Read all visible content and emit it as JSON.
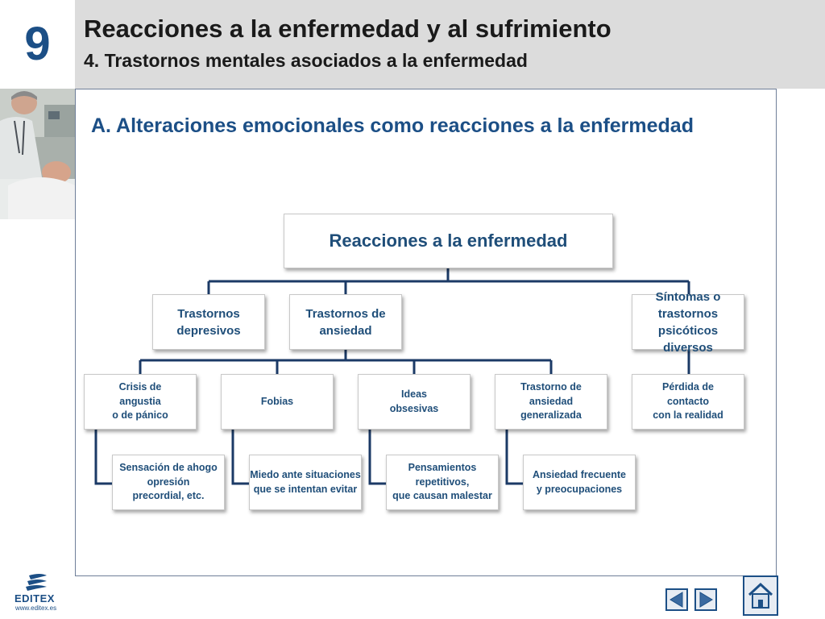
{
  "header": {
    "chapter": "9",
    "title": "Reacciones a la enfermedad y al sufrimiento",
    "subtitle": "4. Trastornos mentales asociados a la enfermedad"
  },
  "section_title": "A. Alteraciones emocionales como reacciones a la enfermedad",
  "diagram": {
    "root": "Reacciones a la enfermedad",
    "level1": [
      "Trastornos\ndepresivos",
      "Trastornos de\nansiedad",
      "Síntomas o\ntrastornos\npsicóticos diversos"
    ],
    "level2": [
      "Crisis de\nangustia\no de pánico",
      "Fobias",
      "Ideas\nobsesivas",
      "Trastorno de\nansiedad\ngeneralizada",
      "Pérdida de\ncontacto\ncon la realidad"
    ],
    "level3": [
      "Sensación de ahogo\nopresión\nprecordial, etc.",
      "Miedo ante situaciones\nque se intentan evitar",
      "Pensamientos\nrepetitivos,\nque causan malestar",
      "Ansiedad frecuente\ny preocupaciones"
    ]
  },
  "footer": {
    "logo_text": "EDITEX",
    "logo_url": "www.editex.es",
    "nav_icons": [
      "previous-icon",
      "next-icon",
      "home-icon"
    ]
  },
  "colors": {
    "accent": "#1c4f86",
    "node_text": "#1f4e79",
    "connector": "#1b3a66",
    "header_band": "#dcdcdc"
  }
}
